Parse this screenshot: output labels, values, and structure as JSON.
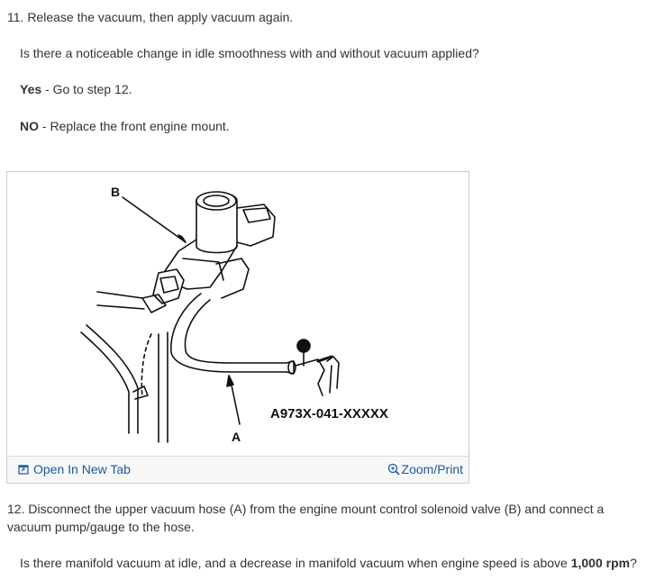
{
  "step11": {
    "heading": "11. Release the vacuum, then apply vacuum again.",
    "question": "Is there a noticeable change in idle smoothness with and without vacuum applied?",
    "yes_label": "Yes",
    "yes_text": " - Go to step 12.",
    "no_label": "NO",
    "no_text": " - Replace the front engine mount."
  },
  "figure": {
    "label_b": "B",
    "label_a": "A",
    "code": "A973X-041-XXXXX",
    "open_tab_label": "Open In New Tab",
    "zoom_label": "Zoom/Print",
    "open_tab_icon": "open-new-tab-icon",
    "zoom_icon": "zoom-magnifier-icon",
    "link_color": "#1a5a9c"
  },
  "step12": {
    "text": "12. Disconnect the upper vacuum hose (A) from the engine mount control solenoid valve (B) and connect a vacuum pump/gauge to the hose.",
    "question_pre": "Is there manifold vacuum at idle, and a decrease in manifold vacuum when engine speed is above ",
    "question_bold": "1,000 rpm",
    "question_post": "?"
  }
}
